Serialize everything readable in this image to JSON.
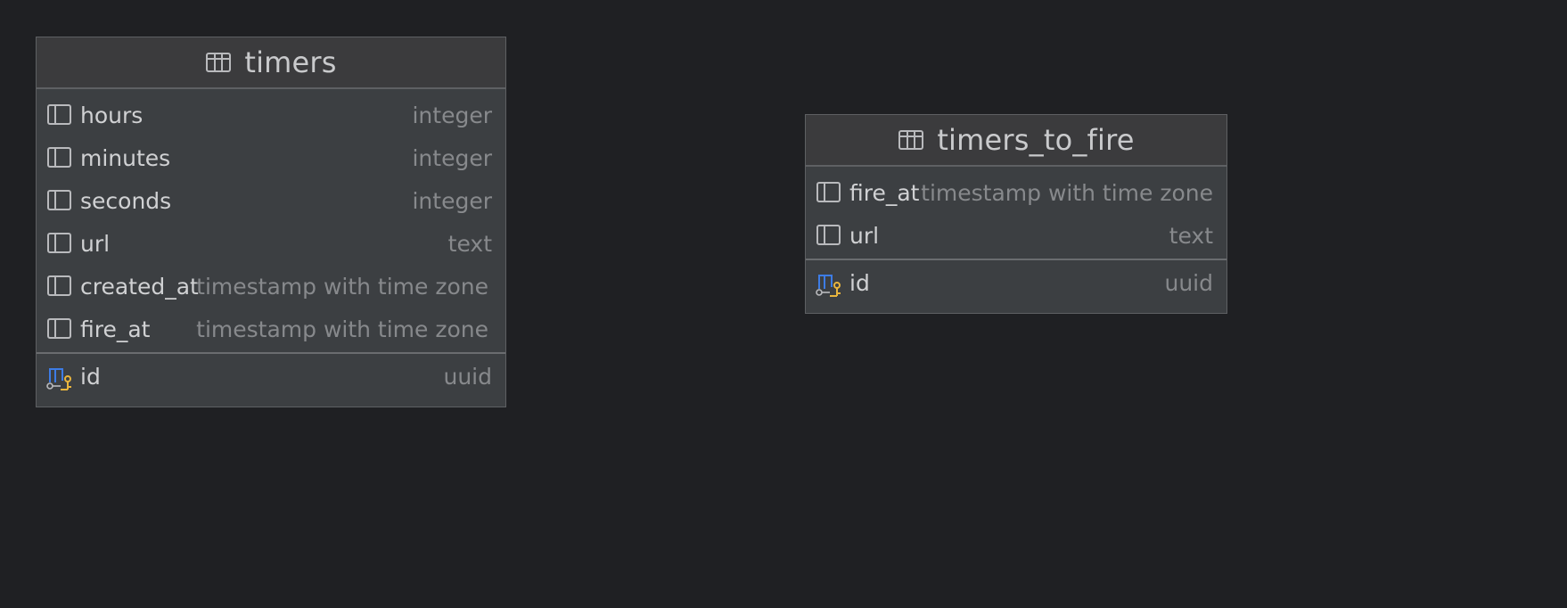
{
  "tables": [
    {
      "name": "timers",
      "icon": "table-icon",
      "columns": [
        {
          "name": "hours",
          "type": "integer",
          "icon": "column-icon"
        },
        {
          "name": "minutes",
          "type": "integer",
          "icon": "column-icon"
        },
        {
          "name": "seconds",
          "type": "integer",
          "icon": "column-icon"
        },
        {
          "name": "url",
          "type": "text",
          "icon": "column-icon"
        },
        {
          "name": "created_at",
          "type": "timestamp with time zone",
          "icon": "column-icon"
        },
        {
          "name": "fire_at",
          "type": "timestamp with time zone",
          "icon": "column-icon"
        }
      ],
      "primary_key": {
        "name": "id",
        "type": "uuid",
        "icon": "primary-key-column-icon"
      }
    },
    {
      "name": "timers_to_fire",
      "icon": "table-icon",
      "columns": [
        {
          "name": "fire_at",
          "type": "timestamp with time zone",
          "icon": "column-icon"
        },
        {
          "name": "url",
          "type": "text",
          "icon": "column-icon"
        }
      ],
      "primary_key": {
        "name": "id",
        "type": "uuid",
        "icon": "primary-key-column-icon"
      }
    }
  ],
  "colors": {
    "background": "#1f2023",
    "table_fill": "#3c3f42",
    "header_fill": "#3b3b3d",
    "border": "#5e6063",
    "text": "#d0d1d3",
    "type_text": "#87898c",
    "pk_blue": "#3d7ce5",
    "pk_key_yellow": "#e8b53e"
  }
}
